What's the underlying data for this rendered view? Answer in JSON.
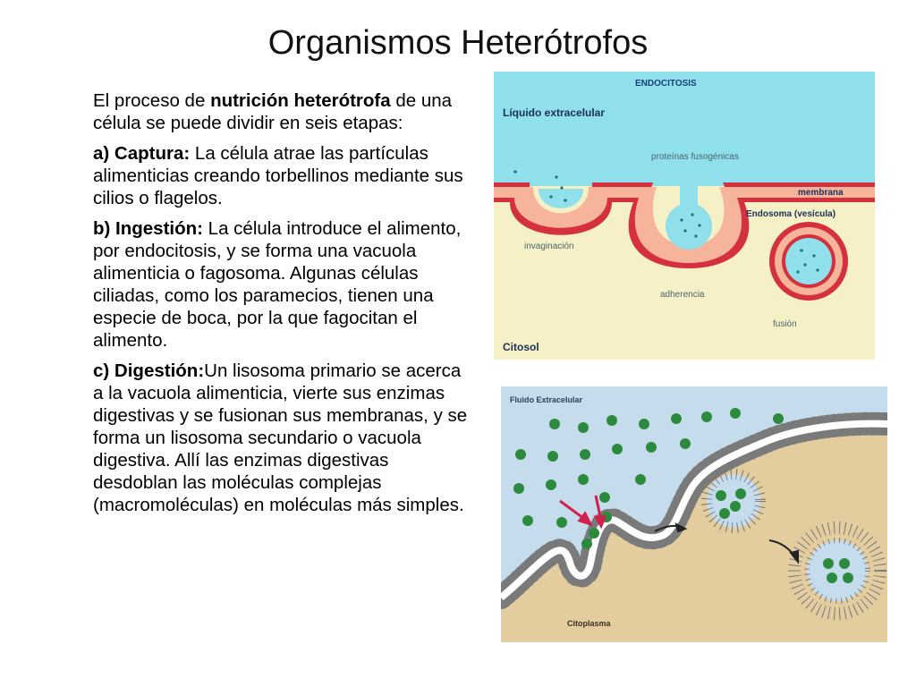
{
  "slide": {
    "title": "Organismos Heterótrofos",
    "paragraphs": [
      {
        "pre": "El proceso de ",
        "bold": "nutrición heterótrofa",
        "post": " de una célula se puede dividir en seis etapas:"
      },
      {
        "pre": "",
        "bold": "a) Captura:",
        "post": " La célula atrae las partículas alimenticias creando torbellinos mediante sus cilios o flagelos."
      },
      {
        "pre": "",
        "bold": "b) Ingestión:",
        "post": " La célula introduce el alimento, por endocitosis, y se forma una vacuola alimenticia o fagosoma. Algunas células ciliadas, como los paramecios, tienen una especie de boca, por la que fagocitan el alimento."
      },
      {
        "pre": "",
        "bold": "c) Digestión:",
        "post": "Un lisosoma primario se acerca a la vacuola alimenticia, vierte sus enzimas digestivas y se fusionan sus membranas, y se forma un lisosoma secundario o vacuola digestiva. Allí las enzimas digestivas desdoblan las moléculas complejas (macromoléculas) en moléculas más simples."
      }
    ]
  },
  "figure1": {
    "heading": "ENDOCITOSIS",
    "label_extracellular": "Líquido extracelular",
    "label_proteins": "proteínas fusogénicas",
    "label_membrane": "membrana",
    "label_endosome": "Endosoma (vesícula)",
    "label_invagination": "invaginación",
    "label_adherence": "adherencia",
    "label_fusion": "fusión",
    "label_cytosol": "Citosol"
  },
  "figure2": {
    "label_top": "Fluido Extracelular",
    "label_bottom": "Citoplasma"
  },
  "colors": {
    "extracellular_cyan": "#8fe0ea",
    "cytosol_beige": "#f6f0c6",
    "membrane_outer": "#d4303d",
    "membrane_inner": "#f6b59a",
    "fluid_blue": "#c5dcec",
    "cytoplasm_tan": "#e3cc9e",
    "particle_green": "#2b8a3e",
    "arrow_red": "#d0204f"
  }
}
